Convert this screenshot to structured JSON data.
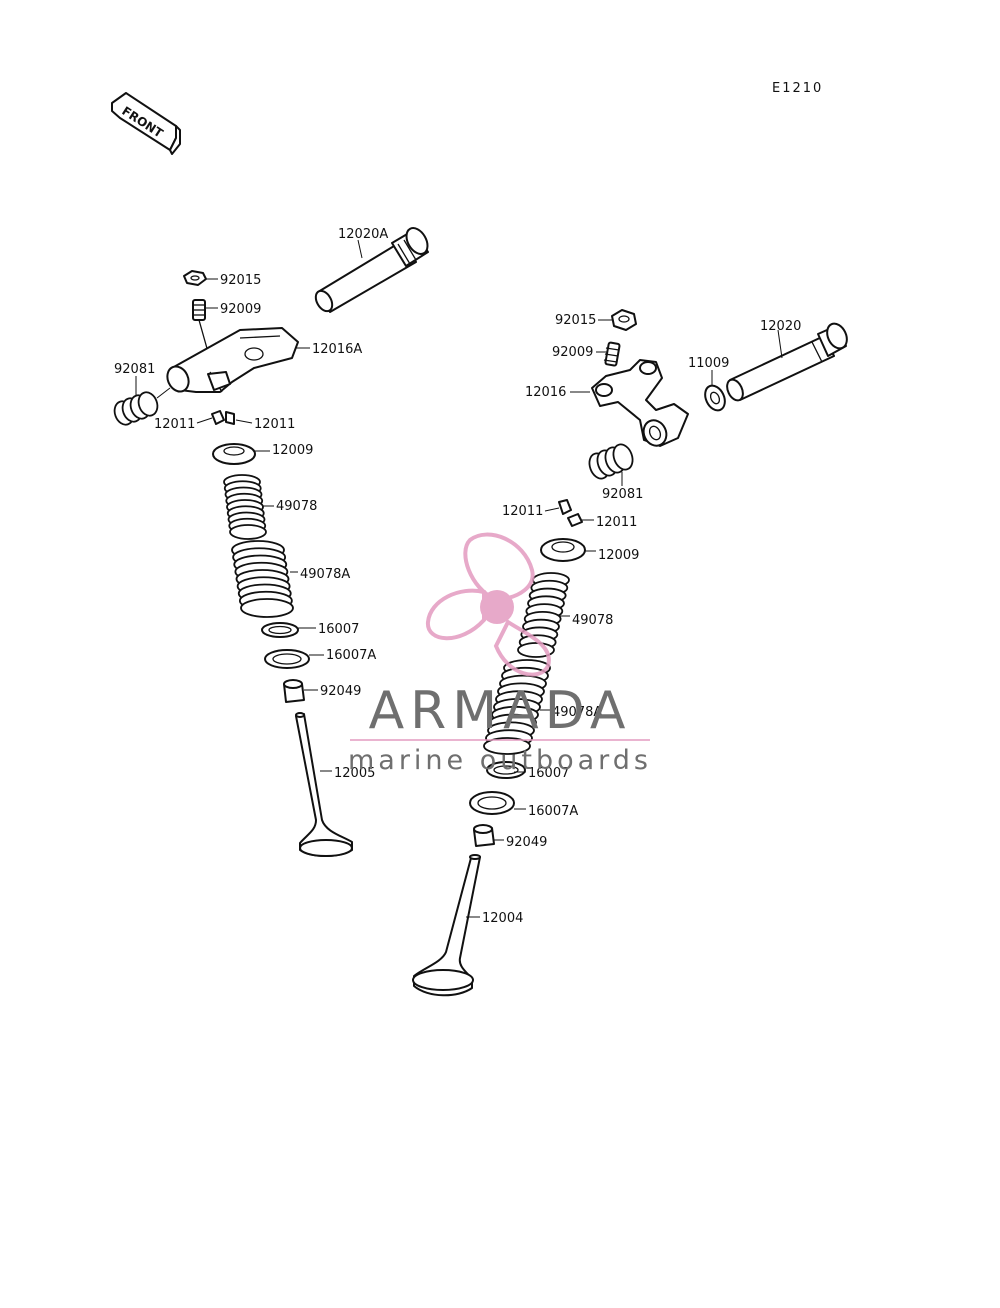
{
  "diagram": {
    "code": "E1210",
    "front_label": "FRONT",
    "labels": {
      "p12020A": "12020A",
      "p92015_l": "92015",
      "p92009_l": "92009",
      "p12016A": "12016A",
      "p92081_l": "92081",
      "p12011_l1": "12011",
      "p12011_l2": "12011",
      "p12009_l": "12009",
      "p49078_l": "49078",
      "p49078A_l": "49078A",
      "p16007_l": "16007",
      "p16007A_l": "16007A",
      "p92049_l": "92049",
      "p12005": "12005",
      "p92015_r": "92015",
      "p12020": "12020",
      "p92009_r": "92009",
      "p11009": "11009",
      "p12016": "12016",
      "p92081_r": "92081",
      "p12011_r1": "12011",
      "p12011_r2": "12011",
      "p12009_r": "12009",
      "p49078_r": "49078",
      "p49078A_r": "49078A",
      "p16007_r": "16007",
      "p16007A_r": "16007A",
      "p92049_r": "92049",
      "p12004": "12004"
    }
  },
  "watermark": {
    "brand": "ARMADA",
    "tagline": "marine outboards",
    "logo_color": "#e39bc0",
    "text_color": "#6f6f6f"
  }
}
